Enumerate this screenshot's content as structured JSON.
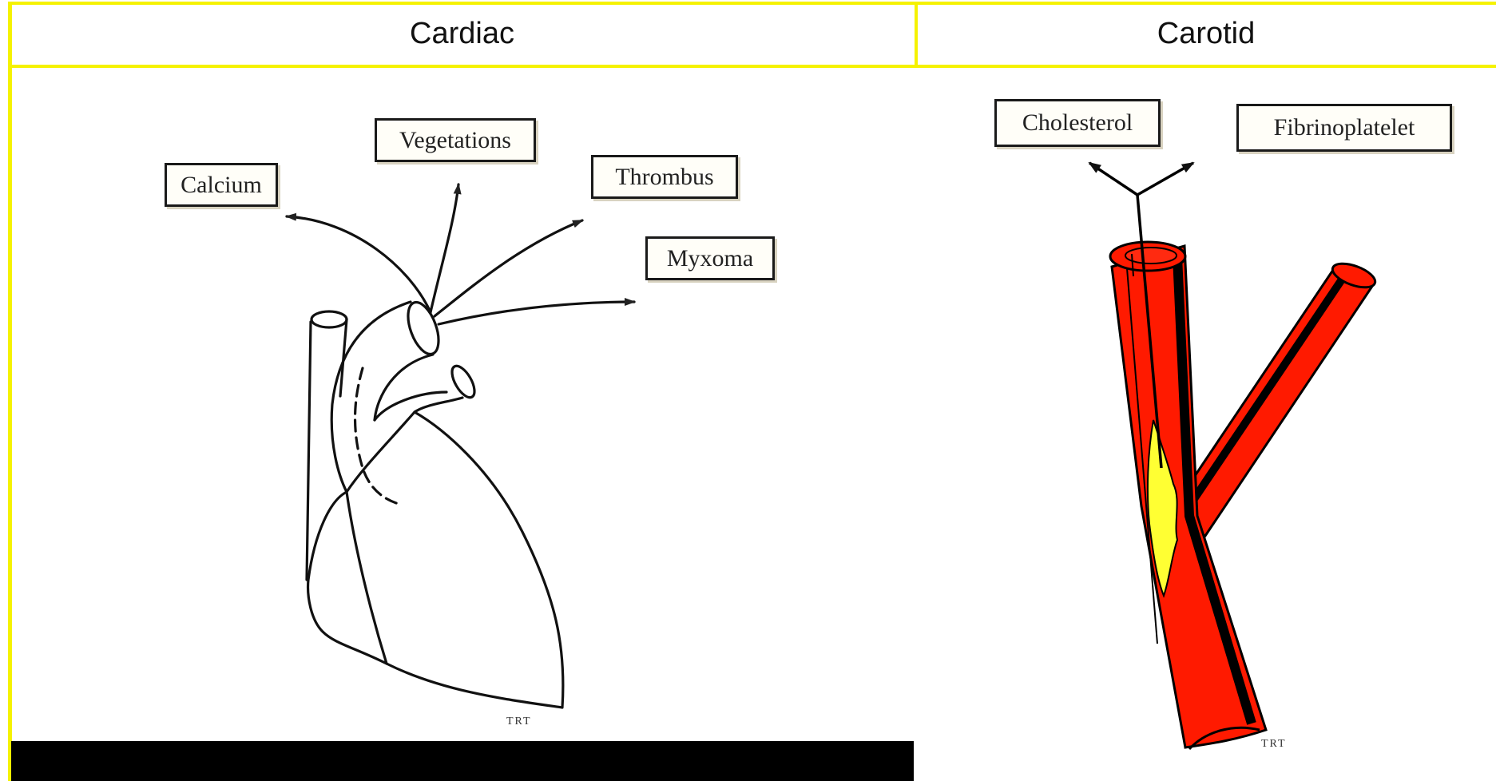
{
  "table": {
    "header_left": "Cardiac",
    "header_right": "Carotid"
  },
  "cardiac": {
    "labels": [
      "Calcium",
      "Vegetations",
      "Thrombus",
      "Myxoma"
    ],
    "signature": "TRT"
  },
  "carotid": {
    "labels": [
      "Cholesterol",
      "Fibrinoplatelet"
    ],
    "signature": "TRT",
    "colors": {
      "vessel": "#ff1a00",
      "plaque": "#ffff33",
      "outline": "#000000"
    }
  },
  "colors": {
    "grid": "#f5f200",
    "redaction_bar": "#000000"
  }
}
